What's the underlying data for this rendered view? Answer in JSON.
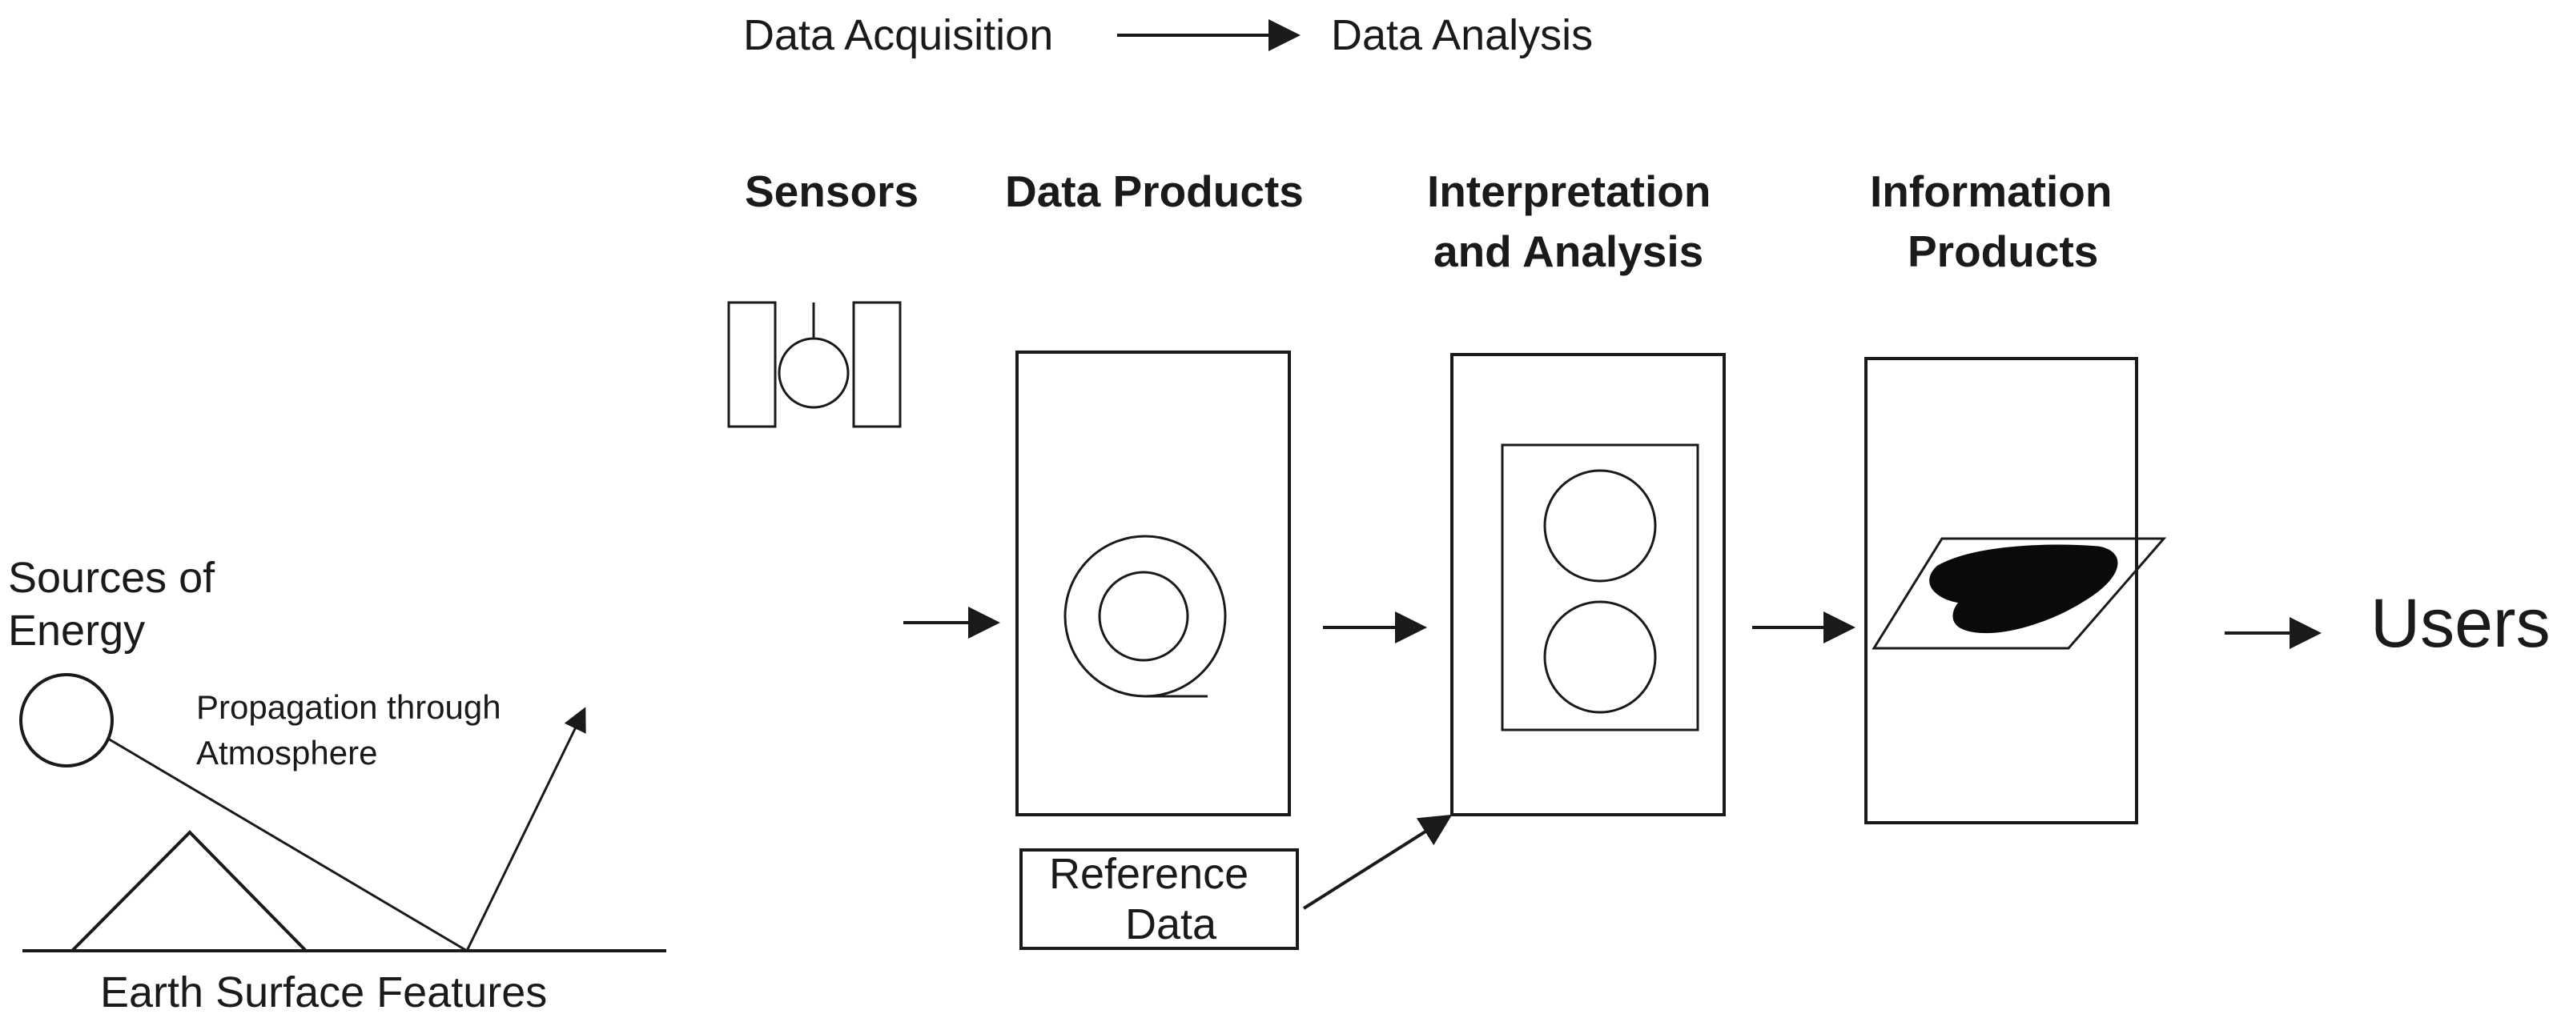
{
  "header": {
    "left_label": "Data Acquisition",
    "right_label": "Data Analysis"
  },
  "stages": {
    "sensors": "Sensors",
    "data_products": "Data Products",
    "interpretation_line1": "Interpretation",
    "interpretation_line2": "and  Analysis",
    "information_line1": "Information",
    "information_line2": "Products"
  },
  "energy": {
    "sources_line1": "Sources of",
    "sources_line2": "Energy",
    "propagation_line1": "Propagation through",
    "propagation_line2": "Atmosphere",
    "earth_surface": "Earth Surface Features"
  },
  "reference": {
    "line1": "Reference",
    "line2": "Data"
  },
  "output": {
    "users": "Users"
  },
  "colors": {
    "ink": "#1a1a1a",
    "blob": "#0a0a0a",
    "background": "#ffffff"
  }
}
